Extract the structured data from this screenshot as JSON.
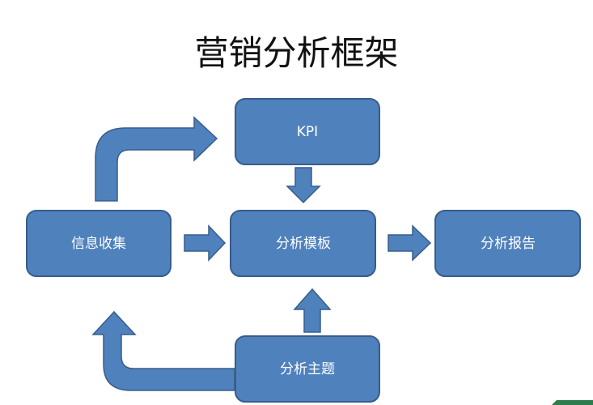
{
  "title": "营销分析框架",
  "nodes": {
    "kpi": "KPI",
    "collect": "信息收集",
    "template": "分析模板",
    "report": "分析报告",
    "topic": "分析主题"
  },
  "colors": {
    "box_fill": "#4f81bd",
    "box_stroke": "#385d8a",
    "text": "#ffffff"
  }
}
